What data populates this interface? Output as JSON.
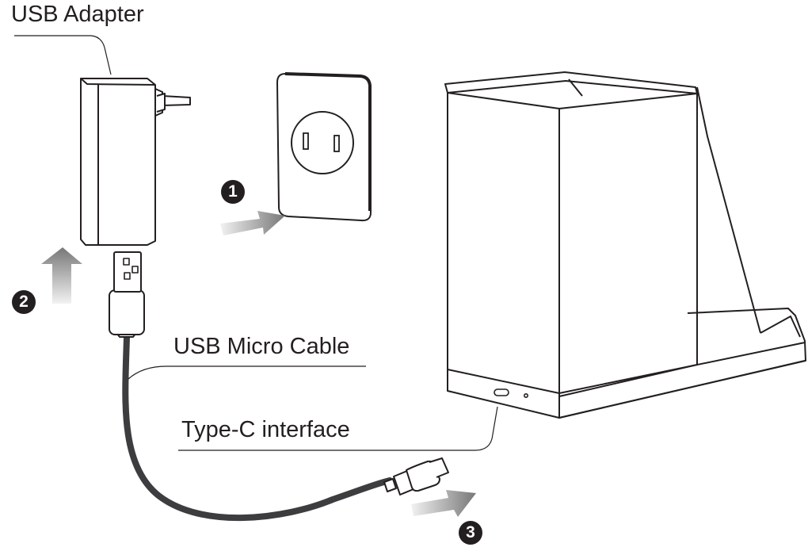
{
  "labels": {
    "usb_adapter": "USB Adapter",
    "usb_micro_cable": "USB Micro Cable",
    "type_c_interface": "Type-C interface"
  },
  "steps": [
    "1",
    "2",
    "3"
  ],
  "colors": {
    "line": "#231f20",
    "cable": "#3d3d3f",
    "arrow_dark": "#7a7a7a",
    "arrow_light": "#ececec"
  },
  "icons": [
    "usb-adapter-icon",
    "wall-socket-icon",
    "usb-a-plug-icon",
    "charging-stand-icon",
    "type-c-port-icon",
    "micro-usb-plug-icon"
  ]
}
